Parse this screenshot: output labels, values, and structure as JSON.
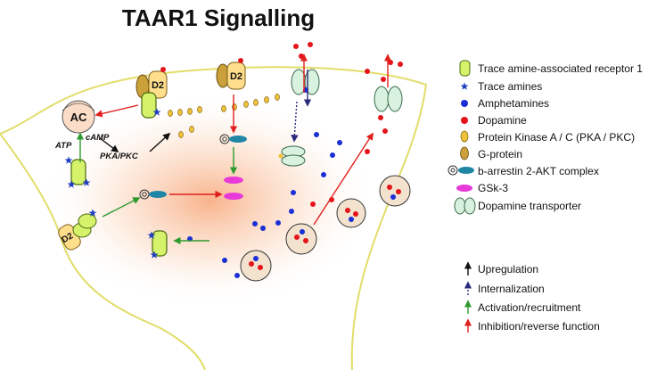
{
  "title": "TAAR1 Signalling",
  "cell": {
    "ac_label": "AC",
    "atp_label": "ATP",
    "camp_label": "cAMP",
    "pka_pkc_label": "PKA/PKC",
    "d2_label": "D2"
  },
  "legend": {
    "symbols": [
      {
        "icon": "taar1-receptor-icon",
        "label": "Trace amine-associated receptor 1"
      },
      {
        "icon": "star-icon",
        "label": "Trace amines"
      },
      {
        "icon": "blue-dot-icon",
        "label": "Amphetamines"
      },
      {
        "icon": "red-dot-icon",
        "label": "Dopamine"
      },
      {
        "icon": "protein-kinase-icon",
        "label": "Protein Kinase A / C (PKA / PKC)"
      },
      {
        "icon": "g-protein-icon",
        "label": "G-protein"
      },
      {
        "icon": "arrestin-akt-icon",
        "label": "b-arrestin 2-AKT complex"
      },
      {
        "icon": "gsk3-icon",
        "label": "GSk-3"
      },
      {
        "icon": "dopamine-transporter-icon",
        "label": "Dopamine transporter"
      }
    ],
    "arrows": [
      {
        "icon": "black-arrow-icon",
        "label": "Upregulation"
      },
      {
        "icon": "dotted-navy-arrow-icon",
        "label": "Internalization"
      },
      {
        "icon": "green-arrow-icon",
        "label": "Activation/recruitment"
      },
      {
        "icon": "red-arrow-icon",
        "label": "Inhibition/reverse function"
      }
    ]
  },
  "colors": {
    "receptor": "#d5f26a",
    "receptor_stroke": "#4a6b10",
    "star": "#1f3fbf",
    "amphetamine": "#1b2fd6",
    "dopamine": "#e5141b",
    "kinase": "#f0c23a",
    "gprotein": "#c9a03a",
    "arrestin": "#1f86a6",
    "gsk3": "#e83ad8",
    "transporter": "#d9f2e0",
    "membrane": "#e2dd6a",
    "cytoplasm_glow": "#f7a577",
    "upregulation": "#111111",
    "internalization": "#2a2a7a",
    "activation": "#2e9a2e",
    "inhibition": "#e0201d"
  }
}
